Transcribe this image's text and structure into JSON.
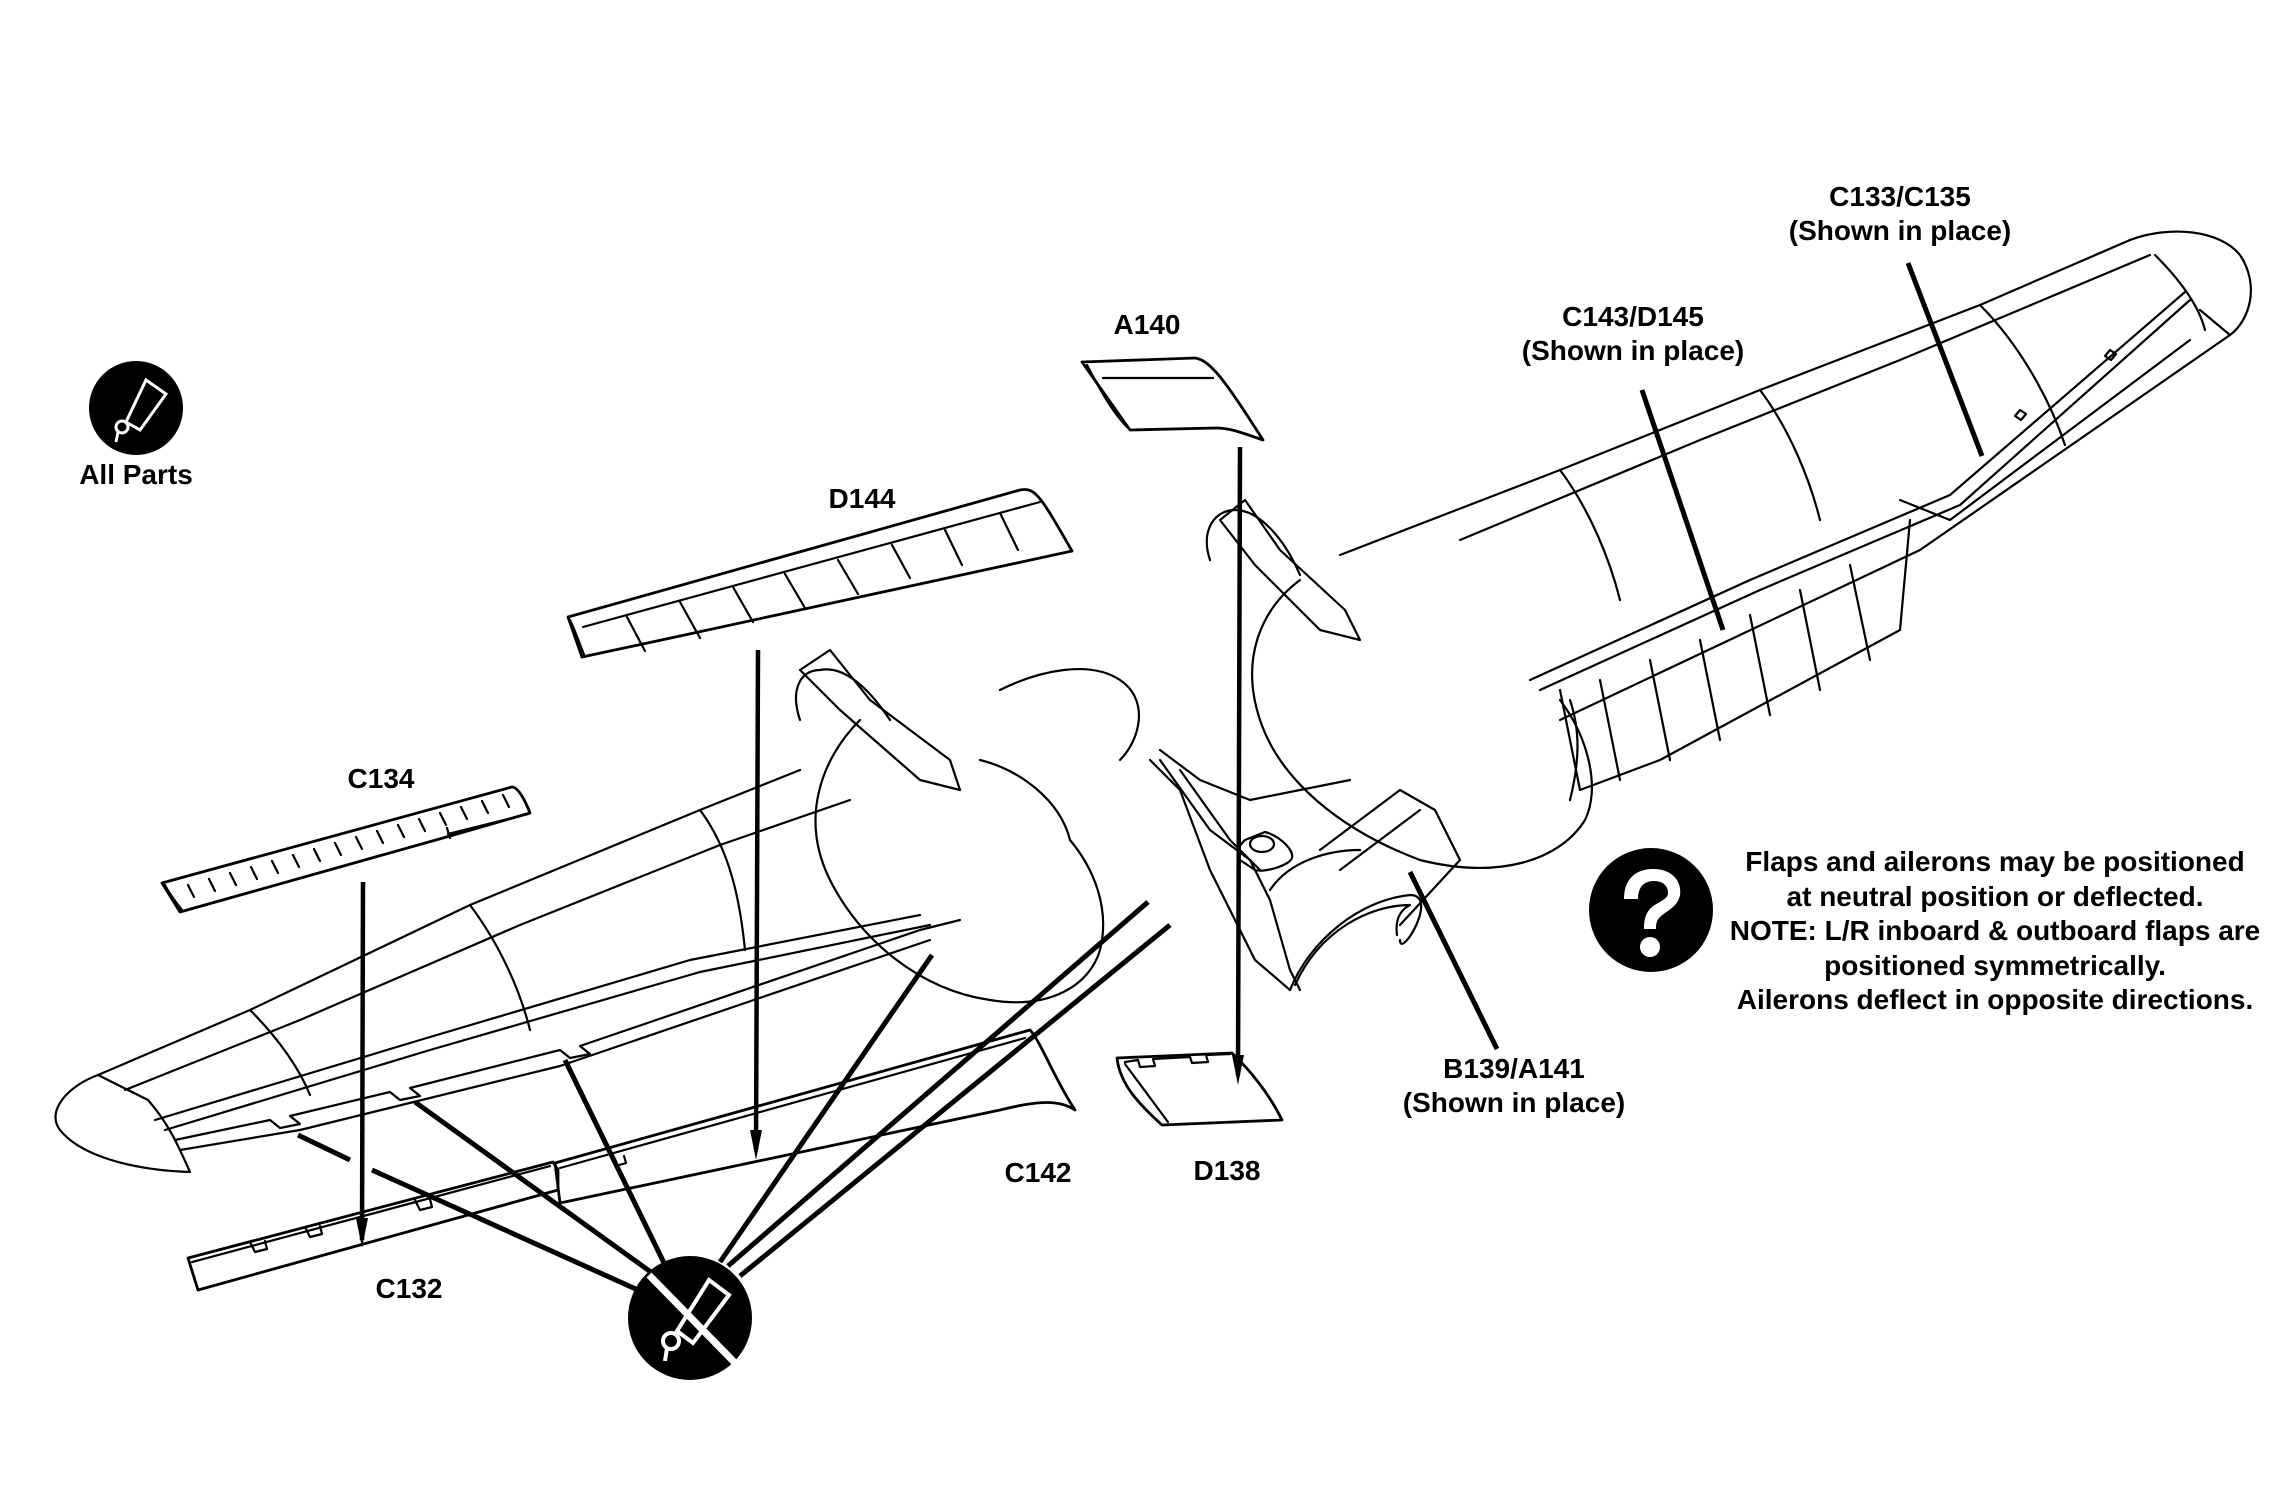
{
  "diagram": {
    "type": "assembly-instruction",
    "subject": "wing with flaps and ailerons",
    "colors": {
      "line": "#000000",
      "background": "#ffffff",
      "icon_fill": "#000000",
      "icon_glyph": "#ffffff"
    }
  },
  "icons": {
    "glue_all_parts": {
      "icon": "glue-tube-icon",
      "label": "All Parts"
    },
    "no_glue": {
      "icon": "no-glue-icon"
    },
    "info": {
      "icon": "question-mark-icon"
    }
  },
  "parts": {
    "c133_c135": {
      "code": "C133/C135",
      "note": "(Shown in place)"
    },
    "c143_d145": {
      "code": "C143/D145",
      "note": "(Shown in place)"
    },
    "a140": {
      "code": "A140"
    },
    "d144": {
      "code": "D144"
    },
    "c134": {
      "code": "C134"
    },
    "b139_a141": {
      "code": "B139/A141",
      "note": "(Shown in place)"
    },
    "c142": {
      "code": "C142"
    },
    "d138": {
      "code": "D138"
    },
    "c132": {
      "code": "C132"
    }
  },
  "note": {
    "lines": [
      "Flaps and ailerons may be positioned",
      "at neutral position or deflected.",
      "NOTE: L/R inboard & outboard flaps are",
      "positioned symmetrically.",
      "Ailerons deflect in opposite directions."
    ]
  }
}
